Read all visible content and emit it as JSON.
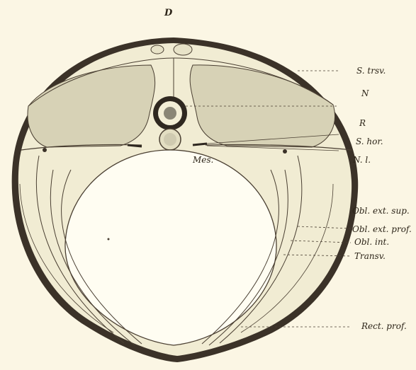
{
  "figure": {
    "top_label": "D",
    "labels": {
      "s_trsv": "S. trsv.",
      "n": "N",
      "r": "R",
      "s_hor": "S. hor.",
      "n_l": "N. l.",
      "mes": "Mes.",
      "obl_ext_sup": "Obl. ext. sup.",
      "obl_ext_prof": "Obl. ext. prof.",
      "obl_int": "Obl. int.",
      "transv": "Transv.",
      "rect_prof": "Rect. prof."
    },
    "colors": {
      "background": "#fbf6e4",
      "outer_wall": "#3b3228",
      "body_fill": "#f1ecd3",
      "muscle_mass": "#d7d2b6",
      "cavity": "#fffdf2",
      "line": "#4a3f32"
    }
  }
}
